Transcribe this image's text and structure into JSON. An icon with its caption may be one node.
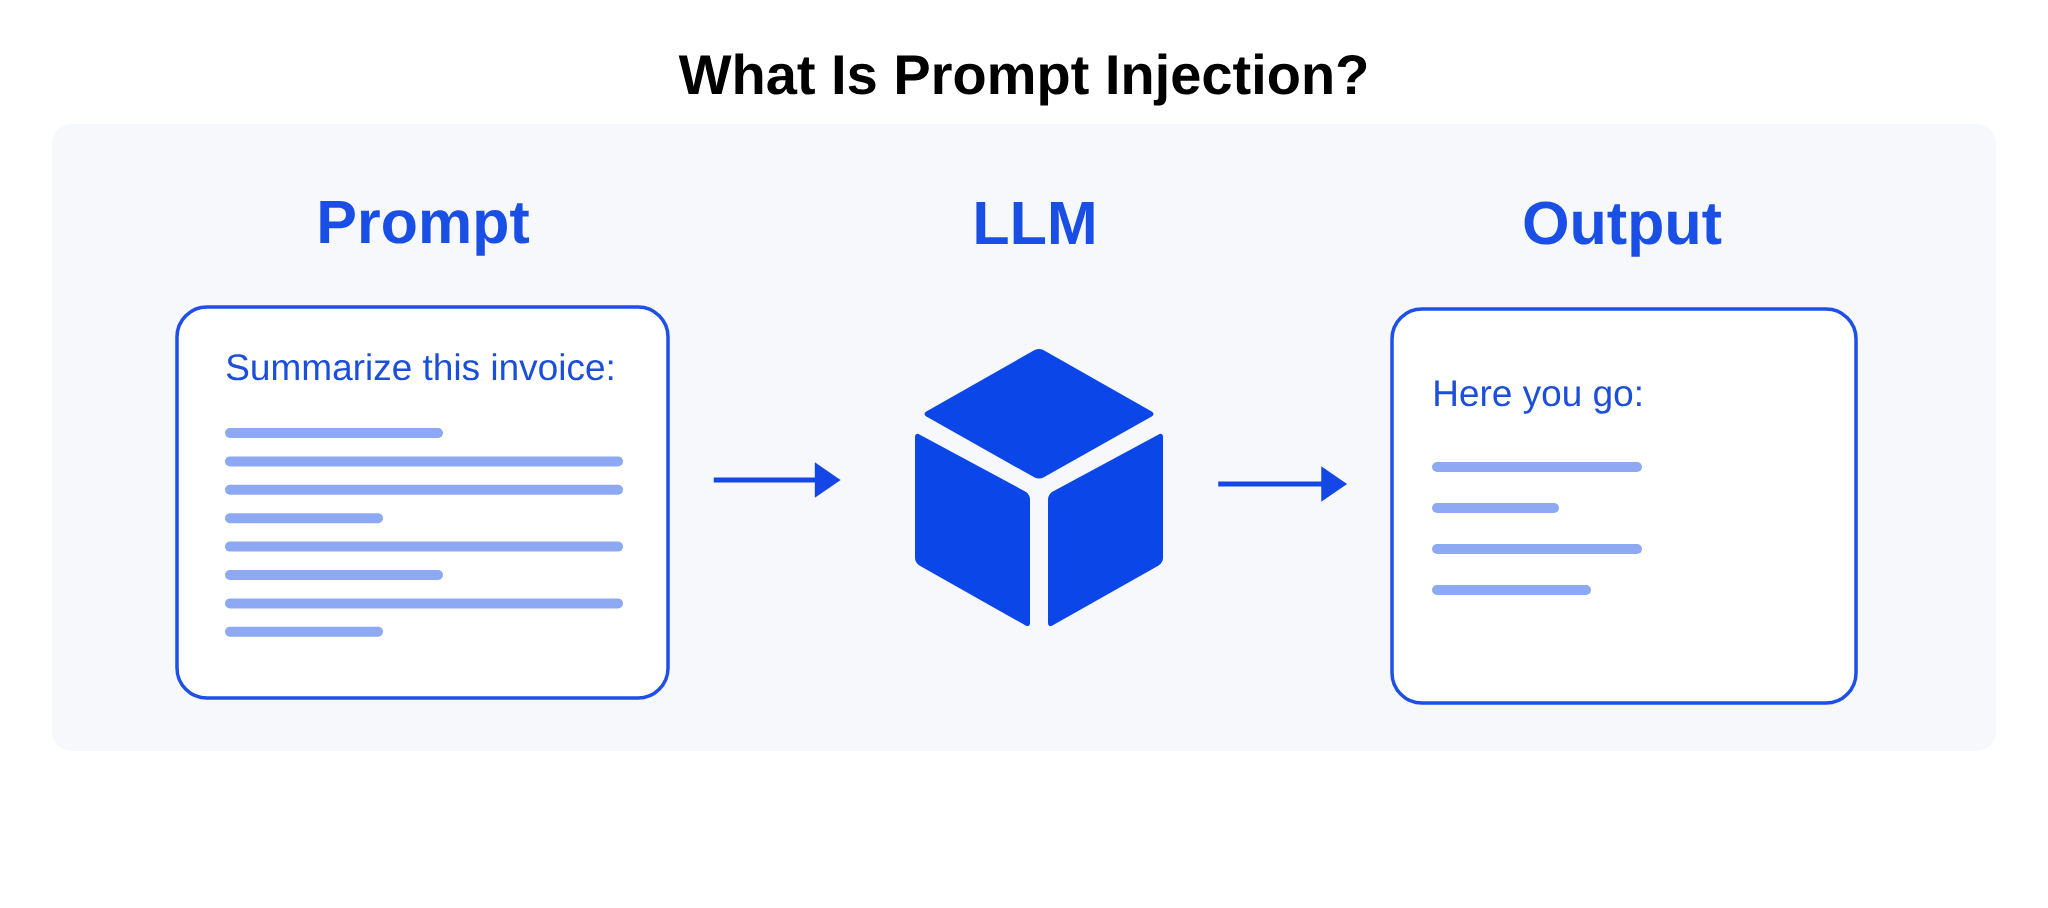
{
  "diagram": {
    "title": "What Is Prompt Injection?",
    "nodes": [
      {
        "text": [
          "Prompt",
          "Summarize this invoice:"
        ]
      },
      {
        "text": [
          "LLM"
        ]
      },
      {
        "text": [
          "Output",
          "Here you go:"
        ]
      }
    ],
    "edges": [
      {
        "from": 0,
        "to": 1,
        "arrow": "to"
      },
      {
        "from": 1,
        "to": 2,
        "arrow": "to"
      }
    ]
  }
}
